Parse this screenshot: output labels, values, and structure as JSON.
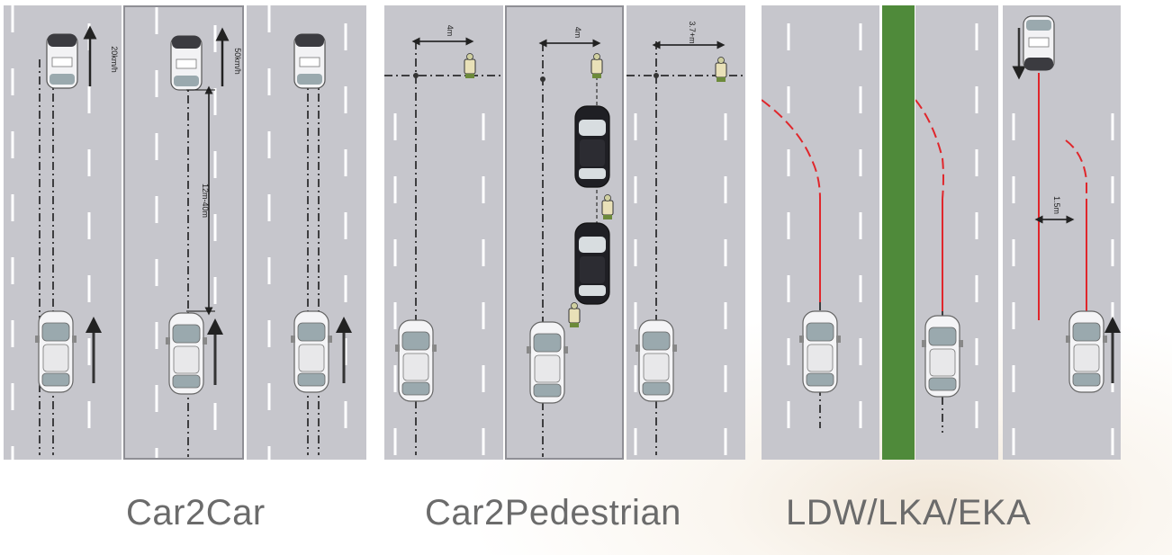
{
  "captions": {
    "group1": "Car2Car",
    "group2": "Car2Pedestrian",
    "group3": "LDW/LKA/EKA"
  },
  "colors": {
    "road": "#c6c6cc",
    "lane_marking": "#ffffff",
    "median": "#4f8a3a",
    "trajectory": "#e0262b",
    "caption": "#6b6b6b"
  },
  "annotations": {
    "c2c_speed_1": "20km/h",
    "c2c_speed_2": "50km/h",
    "c2c_gap": "12m-40m",
    "c2p_offset_1": "4m",
    "c2p_offset_2": "4m",
    "c2p_offset_3": "3.7+m",
    "eka_gap": "1.5m"
  },
  "icons": {
    "car": "car-topview-icon",
    "pedestrian": "pedestrian-target-icon",
    "arrow": "direction-arrow-icon"
  }
}
